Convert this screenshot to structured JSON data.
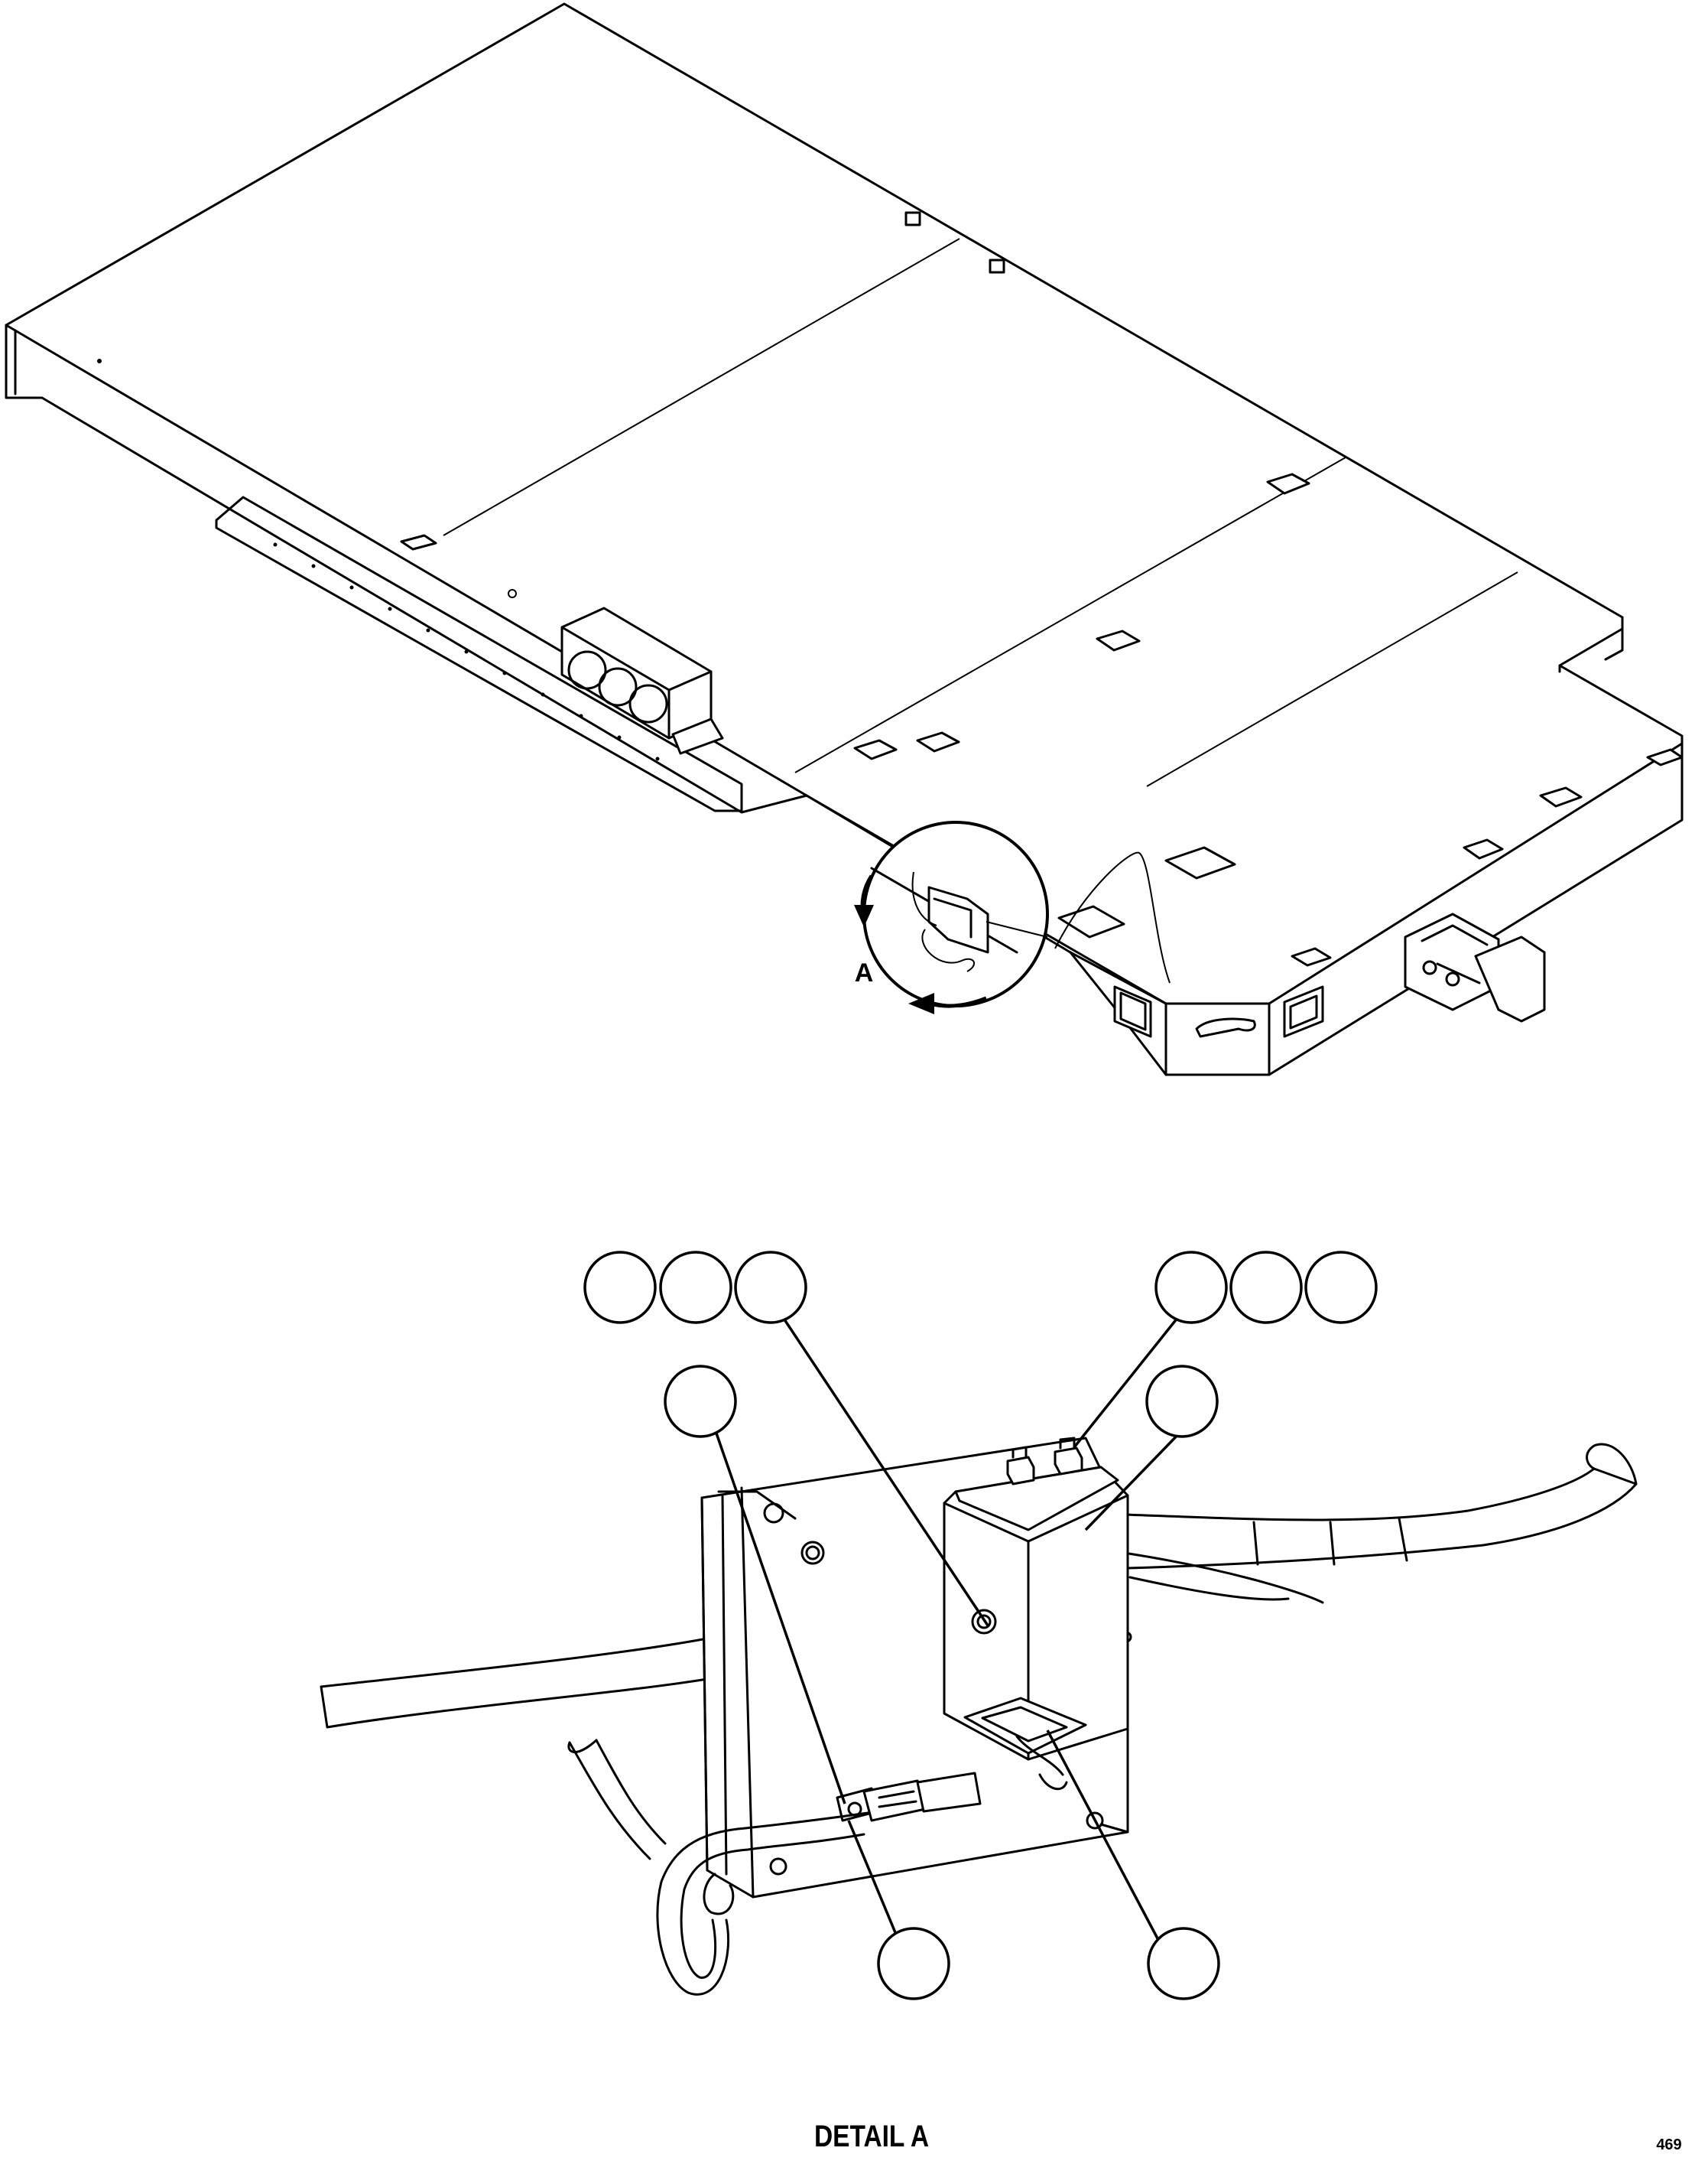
{
  "view_label": "A",
  "detail_caption": "DETAIL A",
  "sheet_code": "469",
  "callout_balloons": [
    {
      "id": "b1",
      "text": ""
    },
    {
      "id": "b2",
      "text": ""
    },
    {
      "id": "b3",
      "text": ""
    },
    {
      "id": "b4",
      "text": ""
    },
    {
      "id": "b5",
      "text": ""
    },
    {
      "id": "b6",
      "text": ""
    },
    {
      "id": "b7",
      "text": ""
    },
    {
      "id": "b8",
      "text": ""
    },
    {
      "id": "b9",
      "text": ""
    },
    {
      "id": "b10",
      "text": ""
    }
  ]
}
